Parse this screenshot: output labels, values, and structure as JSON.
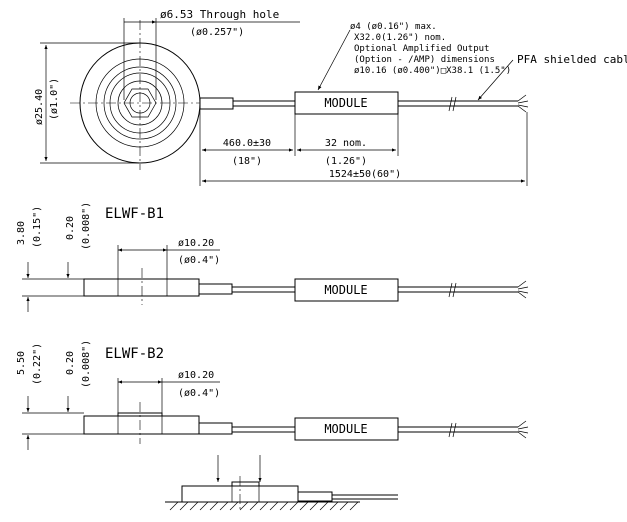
{
  "top_view": {
    "through_hole_dia": "ø6.53 Through hole",
    "through_hole_inch": "(ø0.257\")",
    "outer_dia": "ø25.40",
    "outer_dia_inch": "(ø1.0\")",
    "amp_note_1": "ø4 (ø0.16\") max.",
    "amp_note_2": "X32.0(1.26\") nom.",
    "amp_note_3": "Optional Amplified Output",
    "amp_note_4": "(Option - /AMP) dimensions",
    "amp_note_5": "ø10.16 (ø0.400\")□X38.1 (1.5\")",
    "cable_label": "PFA shielded cable",
    "module_label": "MODULE",
    "dim_lead": "460.0±30",
    "dim_lead_inch": "(18\")",
    "dim_module": "32 nom.",
    "dim_module_inch": "(1.26\")",
    "dim_total": "1524±50(60\")"
  },
  "model_b1": {
    "title": "ELWF-B1",
    "height": "3.80",
    "height_inch": "(0.15\")",
    "button": "0.20",
    "button_inch": "(0.008\")",
    "button_dia": "ø10.20",
    "button_dia_inch": "(ø0.4\")",
    "module_label": "MODULE"
  },
  "model_b2": {
    "title": "ELWF-B2",
    "height": "5.50",
    "height_inch": "(0.22\")",
    "button": "0.20",
    "button_inch": "(0.008\")",
    "button_dia": "ø10.20",
    "button_dia_inch": "(ø0.4\")",
    "module_label": "MODULE"
  }
}
